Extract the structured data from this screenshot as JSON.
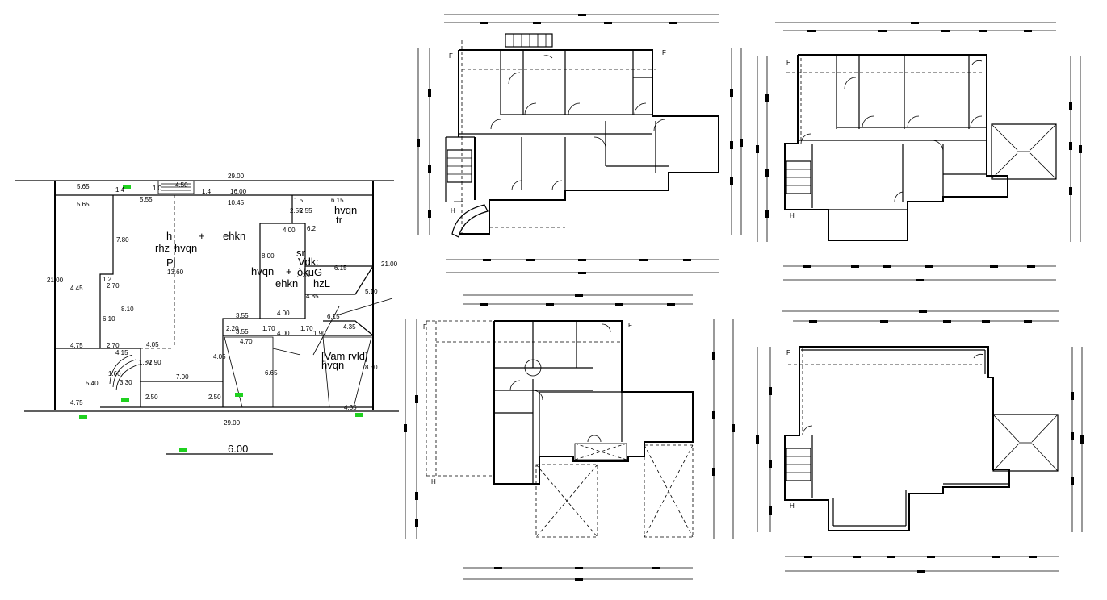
{
  "site_plan": {
    "dims": [
      "29.00",
      "16.00",
      "5.65",
      "5.55",
      "10.45",
      "1.4",
      "4.50",
      "1.0",
      "1.4",
      "1.5",
      "6.15",
      "5.65",
      "2.55",
      "2.55",
      "7.80",
      "4.00",
      "6.2",
      "13.60",
      "8.00",
      "6.15",
      "21.00",
      "21.00",
      "1.2",
      "2.70",
      "4.45",
      "8.10",
      "6.10",
      "3.55",
      "4.00",
      "2.20",
      "1.70",
      "1.70",
      "4.85",
      "3.35",
      "5.10",
      "6.15",
      "4.35",
      "4.75",
      "2.70",
      "4.15",
      "4.05",
      "4.70",
      "4.00",
      "3.55",
      "1.90",
      "1.80",
      "1.60",
      "2.90",
      "3.30",
      "4.05",
      "7.00",
      "6.65",
      "8.30",
      "5.40",
      "2.50",
      "2.50",
      "4.75",
      "29.00",
      "4.35"
    ],
    "labels": [
      "h",
      "rhz",
      "hvqn",
      "+",
      "ehkn",
      "hvqn",
      "tr",
      "Pj",
      "hvqn",
      "+",
      "ehkn",
      "hzL",
      "sr",
      "Vdk:",
      "òkuG",
      "[Vam rvld]",
      "hvqn"
    ],
    "scale_label": "6.00"
  }
}
